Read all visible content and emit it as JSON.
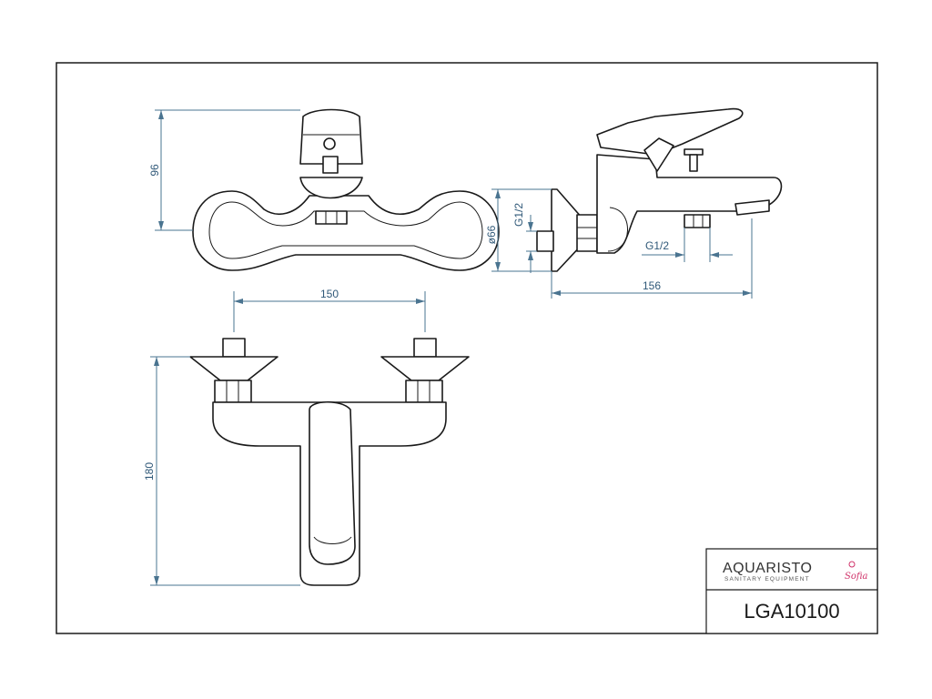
{
  "drawing": {
    "brand_top": "AQUARISTO",
    "brand_bottom": "SANITARY EQUIPMENT",
    "brand_script": "Sofia",
    "code": "LGA10100",
    "dim_color": "#4a7490",
    "line_color": "#1a1a1a"
  },
  "dimensions": {
    "height_top": "96",
    "width_between": "150",
    "height_front": "180",
    "diameter_side": "ø66",
    "thread_inlet": "G1/2",
    "thread_outlet": "G1/2",
    "length_side": "156"
  }
}
